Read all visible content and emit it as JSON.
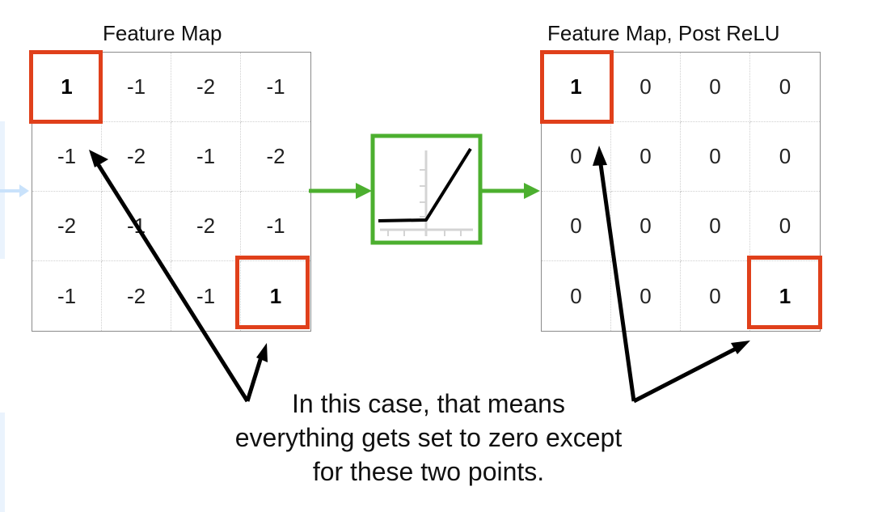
{
  "left_panel": {
    "title": "Feature Map",
    "rows": [
      [
        "1",
        "-1",
        "-2",
        "-1"
      ],
      [
        "-1",
        "-2",
        "-1",
        "-2"
      ],
      [
        "-2",
        "-1",
        "-2",
        "-1"
      ],
      [
        "-1",
        "-2",
        "-1",
        "1"
      ]
    ]
  },
  "right_panel": {
    "title": "Feature Map, Post ReLU",
    "rows": [
      [
        "1",
        "0",
        "0",
        "0"
      ],
      [
        "0",
        "0",
        "0",
        "0"
      ],
      [
        "0",
        "0",
        "0",
        "0"
      ],
      [
        "0",
        "0",
        "0",
        "1"
      ]
    ]
  },
  "colors": {
    "highlight": "#e0401b",
    "relu_box": "#4caf2f",
    "arrow": "#4caf2f",
    "pointer": "#000000"
  },
  "caption": {
    "line1": "In this case, that means",
    "line2": "everything gets set to zero except",
    "line3": "for these two points."
  }
}
